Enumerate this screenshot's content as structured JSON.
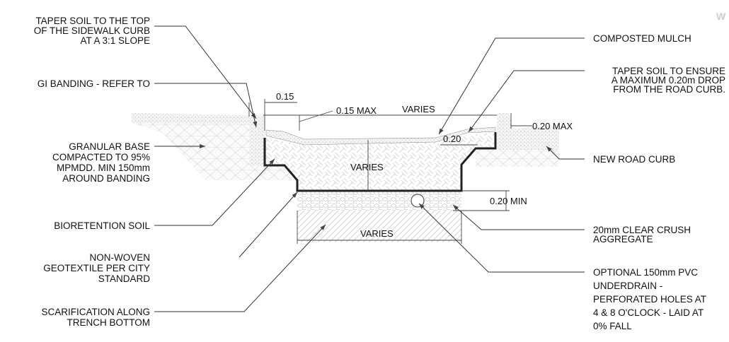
{
  "watermark": "W",
  "labels_left": {
    "taper_top": [
      "TAPER SOIL TO THE TOP",
      "OF THE SIDEWALK CURB",
      "AT A 3:1 SLOPE"
    ],
    "gi_banding": [
      "GI BANDING - REFER TO"
    ],
    "granular_base": [
      "GRANULAR BASE",
      "COMPACTED TO 95%",
      "MPMDD.  MIN 150mm",
      "AROUND BANDING"
    ],
    "bioretention": [
      "BIORETENTION SOIL"
    ],
    "geotextile": [
      "NON-WOVEN",
      "GEOTEXTILE PER CITY",
      "STANDARD"
    ],
    "scarification": [
      "SCARIFICATION ALONG",
      "TRENCH BOTTOM"
    ]
  },
  "labels_right": {
    "mulch": [
      "COMPOSTED MULCH"
    ],
    "taper_drop": [
      "TAPER SOIL TO ENSURE",
      "A MAXIMUM 0.20m DROP",
      "FROM THE ROAD CURB."
    ],
    "road_curb": [
      "NEW ROAD CURB"
    ],
    "aggregate": [
      "20mm CLEAR CRUSH",
      "AGGREGATE"
    ],
    "underdrain": [
      "OPTIONAL 150mm PVC",
      "UNDERDRAIN -",
      "PERFORATED HOLES AT",
      "4 & 8 O'CLOCK - LAID AT",
      "0% FALL"
    ]
  },
  "dimensions": {
    "curb_width": "0.15",
    "mulch_max": "0.15 MAX",
    "top_width": "VARIES",
    "soil_depth": "VARIES",
    "step": "0.20",
    "curb_drop_max": "0.20 MAX",
    "aggregate_min": "0.20 MIN",
    "bottom_width": "VARIES"
  }
}
